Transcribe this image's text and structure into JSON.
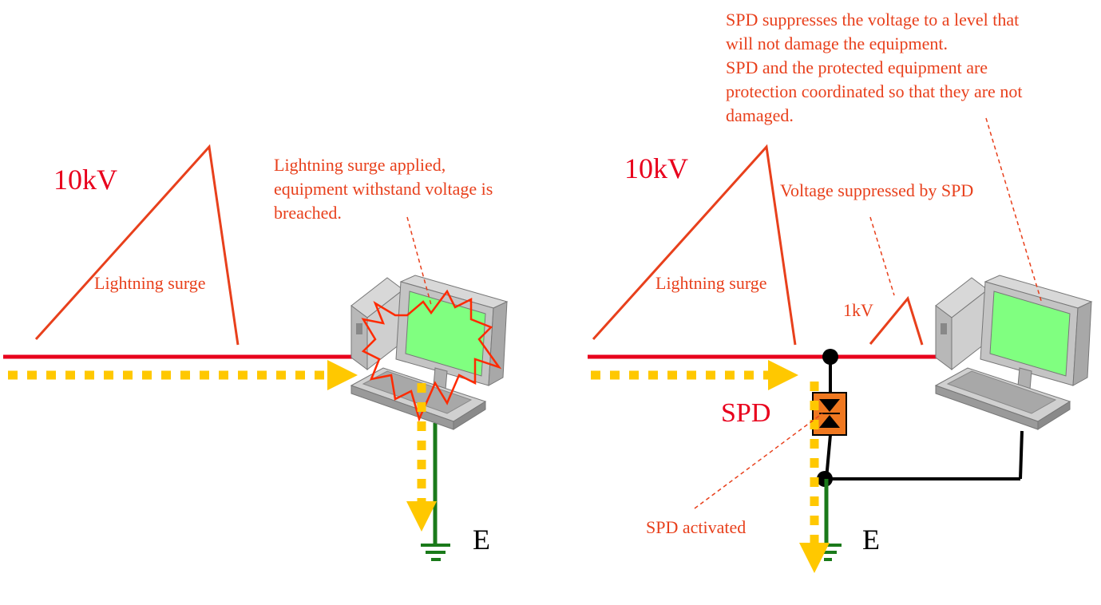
{
  "left": {
    "voltage_label": "10kV",
    "surge_label": "Lightning surge",
    "callout_lines": [
      "Lightning surge applied,",
      "equipment withstand voltage is",
      "breached."
    ],
    "earth_label": "E"
  },
  "right": {
    "voltage_label": "10kV",
    "surge_label": "Lightning surge",
    "suppressed_label": "Voltage suppressed by SPD",
    "reduced_voltage_label": "1kV",
    "spd_label": "SPD",
    "spd_activated_label": "SPD activated",
    "callout_lines": [
      "SPD suppresses the voltage to a level that",
      "will not damage the equipment.",
      "SPD and the protected equipment are",
      "protection coordinated so that they are not",
      "damaged."
    ],
    "earth_label": "E"
  },
  "colors": {
    "line_red": "#e8001c",
    "surge_orange": "#e8401c",
    "arrow_yellow": "#ffc800",
    "ground_green": "#1a7a1a",
    "screen_green": "#80ff80",
    "spd_orange": "#f07820"
  }
}
